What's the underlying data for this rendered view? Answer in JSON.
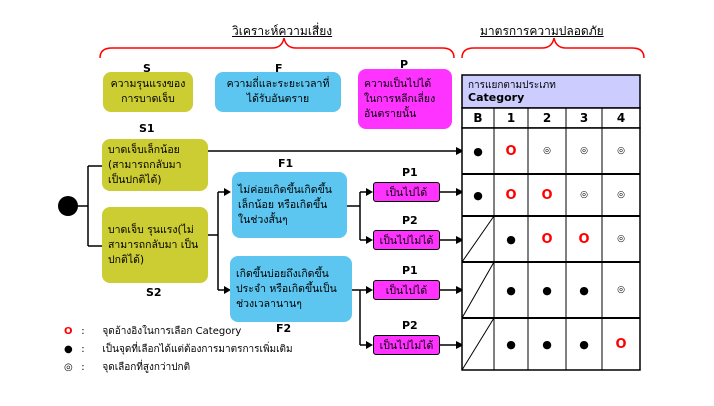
{
  "headers": {
    "risk_analysis": "วิเคราะห์ความเสี่ยง",
    "safety_measures": "มาตรการความปลอดภัย"
  },
  "factors": {
    "s": {
      "letter": "S",
      "text": "ความรุนแรงของ การบาดเจ็บ"
    },
    "f": {
      "letter": "F",
      "text": "ความถี่และระยะเวลาที่ ได้รับอันตราย"
    },
    "p": {
      "letter": "P",
      "text": "ความเป็นไปได้ ในการหลีกเลี่ยง อันตรายนั้น"
    }
  },
  "severity": {
    "s1": {
      "label": "S1",
      "text": "บาดเจ็บเล็กน้อย (สามารถกลับมา เป็นปกติได้)"
    },
    "s2": {
      "label": "S2",
      "text": "บาดเจ็บ รุนแรง(ไม่ สามารถกลับมา เป็นปกติได้)"
    }
  },
  "frequency": {
    "f1": {
      "label": "F1",
      "text": "ไม่ค่อยเกิดขึ้นเกิดขึ้น เล็กน้อย หรือเกิดขึ้น ในช่วงสั้นๆ"
    },
    "f2": {
      "label": "F2",
      "text": "เกิดขึ้นบ่อยถึงเกิดขึ้น ประจำ หรือเกิดขึ้นเป็น ช่วงเวลานานๆ"
    }
  },
  "possibility": [
    {
      "label": "P1",
      "text": "เป็นไปได้"
    },
    {
      "label": "P2",
      "text": "เป็นไปไม่ได้"
    },
    {
      "label": "P1",
      "text": "เป็นไปได้"
    },
    {
      "label": "P2",
      "text": "เป็นไปไม่ได้"
    }
  ],
  "category_table": {
    "title": "การแยกตามประเภท",
    "subtitle": "Category",
    "columns": [
      "B",
      "1",
      "2",
      "3",
      "4"
    ],
    "rows": [
      [
        "●",
        "O",
        "◎",
        "◎",
        "◎"
      ],
      [
        "●",
        "O",
        "O",
        "◎",
        "◎"
      ],
      [
        "",
        "●",
        "O",
        "O",
        "◎"
      ],
      [
        "",
        "●",
        "●",
        "●",
        "◎"
      ],
      [
        "",
        "●",
        "●",
        "●",
        "O"
      ]
    ]
  },
  "legend": [
    {
      "symbol": "O",
      "text": "จุดอ้างอิงในการเลือก Category"
    },
    {
      "symbol": "●",
      "text": "เป็นจุดที่เลือกได้แต่ต้องการมาตรการเพิ่มเติม"
    },
    {
      "symbol": "◎",
      "text": "จุดเลือกที่สูงกว่าปกติ"
    }
  ],
  "colors": {
    "olive": "#cccc33",
    "cyan": "#5cc6f0",
    "magenta": "#ff33ff",
    "red": "#ff0000",
    "table_header": "#ccccff"
  }
}
